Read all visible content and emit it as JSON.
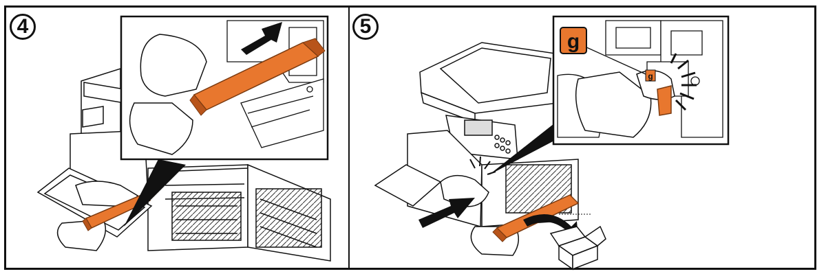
{
  "steps": [
    {
      "number": "4"
    },
    {
      "number": "5"
    }
  ],
  "callout": {
    "label": "g"
  },
  "colors": {
    "cartridge": "#E8772E",
    "cartridge_dark": "#B8541A",
    "line": "#111111",
    "badge": "#E8772E",
    "background": "#FFFFFF"
  }
}
